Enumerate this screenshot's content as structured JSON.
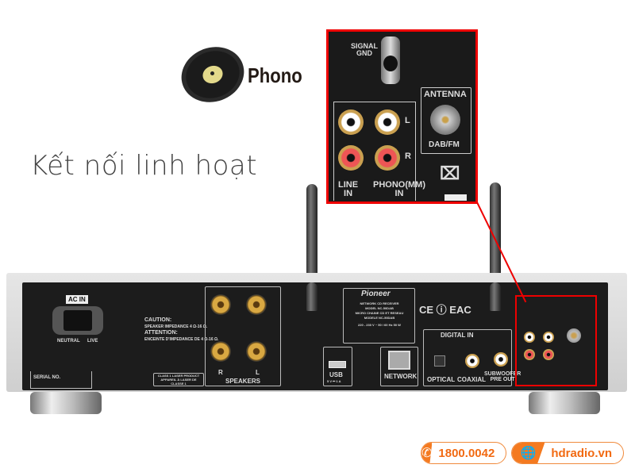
{
  "badge": {
    "icon": "vinyl-record-icon",
    "label": "Phono"
  },
  "headline": "Kết nối linh hoạt",
  "callout": {
    "signal_gnd": "SIGNAL\nGND",
    "line_in": "LINE\nIN",
    "phono_in": "PHONO(MM)\nIN",
    "left": "L",
    "right": "R",
    "antenna": "ANTENNA",
    "dab_fm": "DAB/FM",
    "highlight_color": "#e00000"
  },
  "device": {
    "ac_in": "AC IN",
    "neutral": "NEUTRAL",
    "live": "LIVE",
    "caution": "CAUTION:",
    "caution_text": "SPEAKER IMPEDANCE 4 Ω-16 Ω.",
    "attention": "ATTENTION:",
    "attention_text": "ENCEINTE D'IMPEDANCE DE 4 Ω-16 Ω.",
    "serial": "SERIAL NO.",
    "laser": "CLASS 1 LASER PRODUCT\nAPPAREIL À LASER DE CLASSE 1",
    "speakers": "SPEAKERS",
    "spk_r": "R",
    "spk_l": "L",
    "brand": "Pioneer",
    "model_lines": [
      "NETWORK CD RECEIVER",
      "MODEL NC-50DAB",
      "MICRO CHAINE CD ET RESEAU",
      "MODELE NC-50DAB"
    ],
    "power": "220 - 230 V ~  50 / 60 Hz  50 W",
    "usb": "USB",
    "usb_rating": "5 V ⎓ 1 A",
    "network": "NETWORK",
    "digital_in": "DIGITAL IN",
    "optical": "OPTICAL",
    "coaxial": "COAXIAL",
    "subwoofer": "SUBWOOFER\nPRE OUT",
    "line_in": "LINE\nIN",
    "phono_in": "PHONO(MM)\nIN",
    "antenna": "ANTENNA",
    "dab_fm": "DAB/FM",
    "signal_gnd": "SIGNAL\nGND",
    "certs": "CE ⓘ EAC"
  },
  "contact": {
    "phone_icon": "phone-icon",
    "phone": "1800.0042",
    "web_icon": "globe-icon",
    "website": "hdradio.vn",
    "accent": "#f47a20"
  }
}
